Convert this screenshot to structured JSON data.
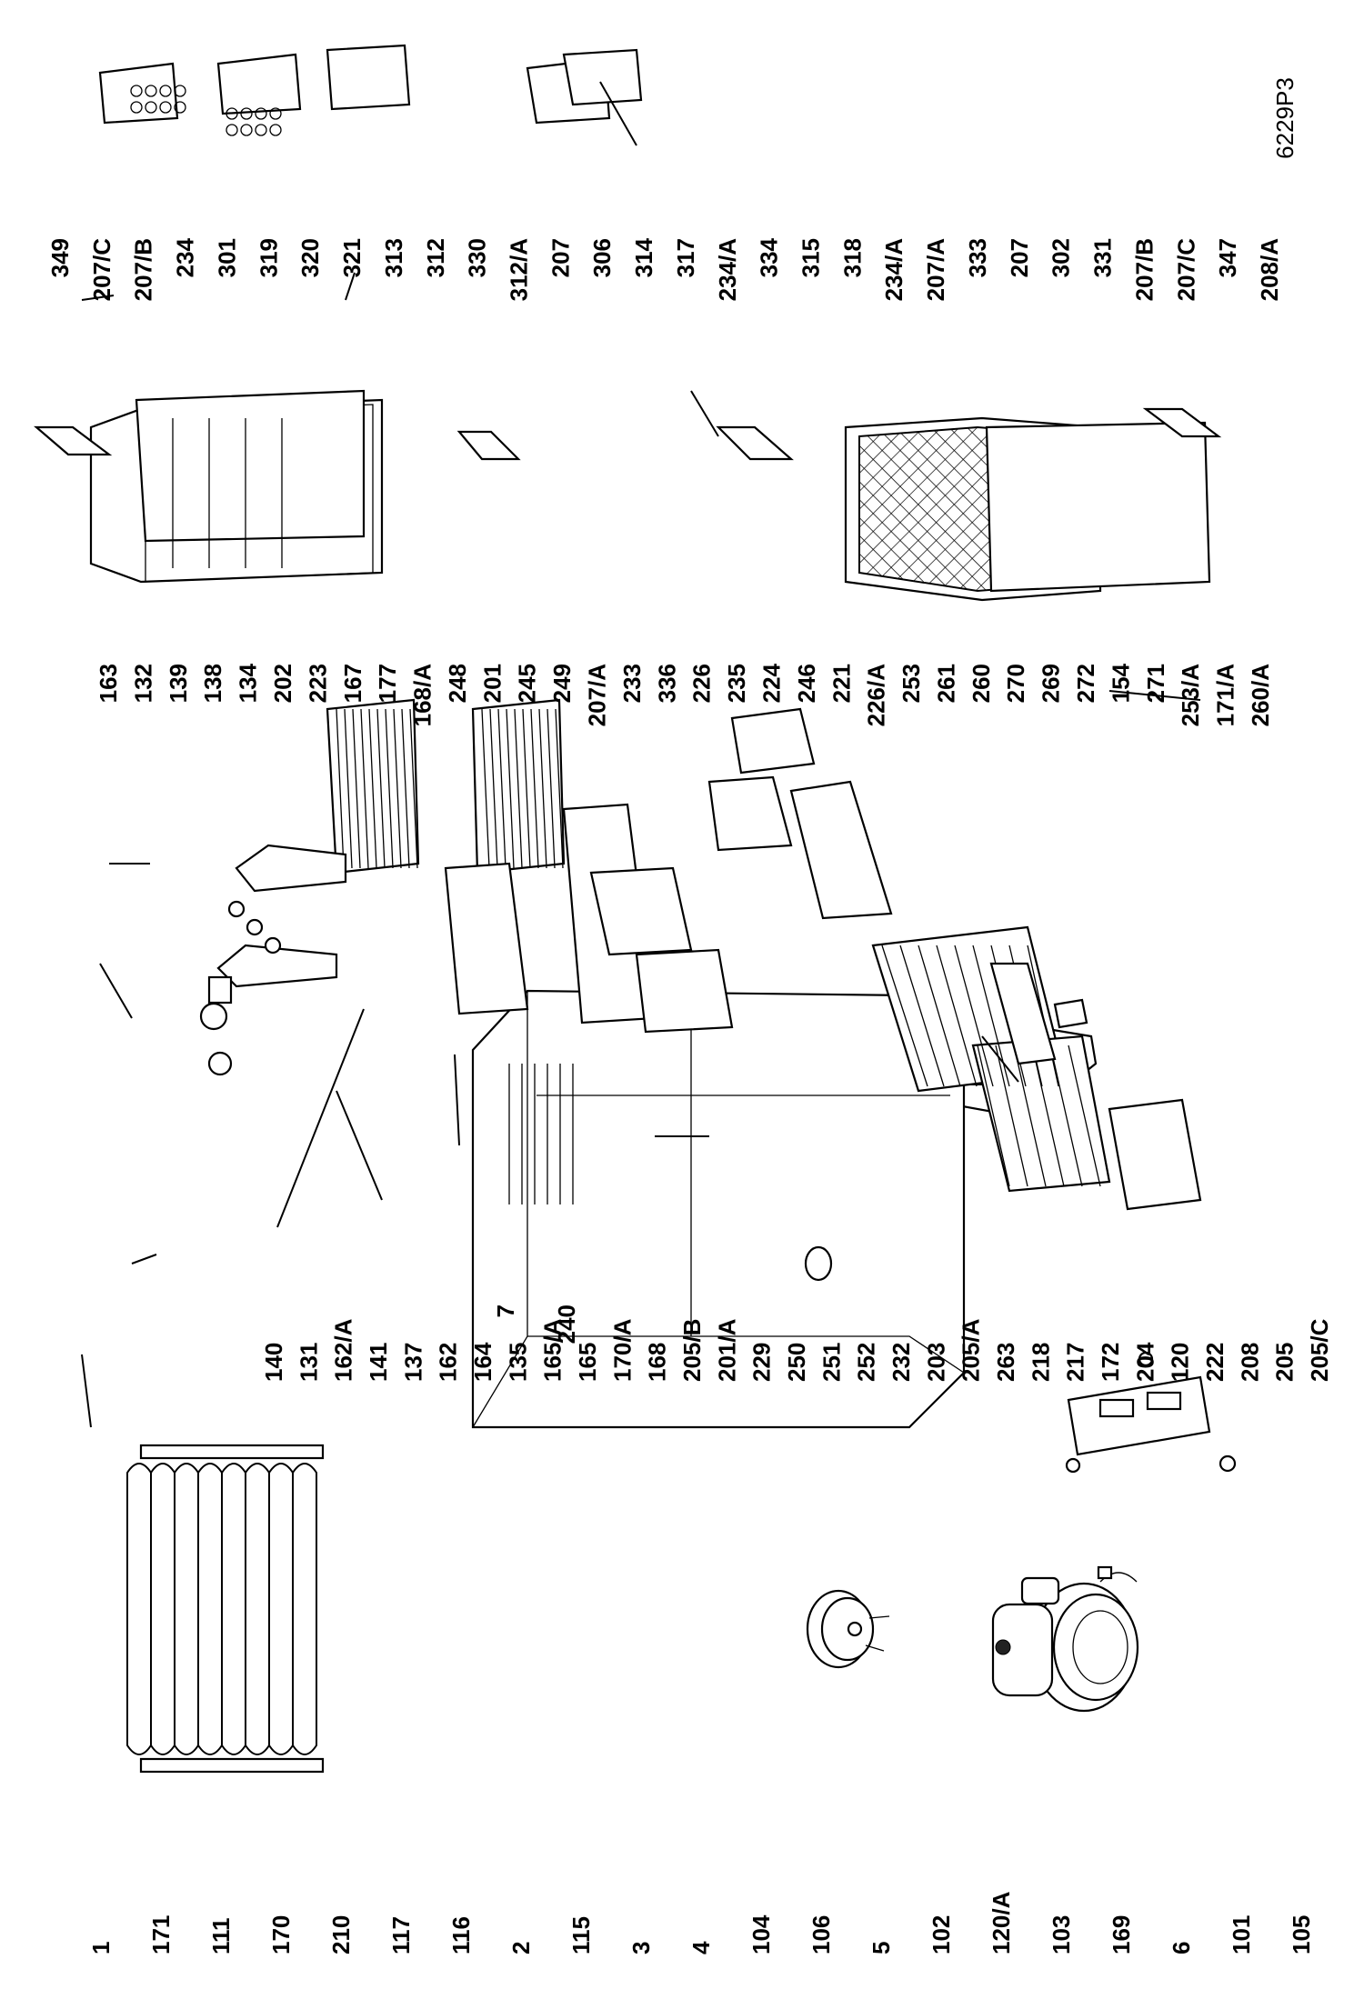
{
  "drawing_code": "6229P3",
  "labels_bottom": [
    "1",
    "171",
    "111",
    "170",
    "210",
    "117",
    "116",
    "2",
    "115",
    "3",
    "4",
    "104",
    "106",
    "5",
    "102",
    "120/A",
    "103",
    "169",
    "6",
    "101",
    "105"
  ],
  "labels_middle": [
    "140",
    "131",
    "162/A",
    "141",
    "137",
    "162",
    "164",
    "135",
    "165/A",
    "165",
    "170/A",
    "168",
    "205/B",
    "201/A",
    "229",
    "250",
    "251",
    "252",
    "232",
    "203",
    "205/A",
    "263",
    "218",
    "217",
    "172",
    "204",
    "120",
    "222",
    "208",
    "205",
    "205/C"
  ],
  "labels_upper_a": [
    "163",
    "132",
    "139",
    "138",
    "134",
    "202",
    "223",
    "167",
    "177",
    "168/A",
    "248",
    "201",
    "245",
    "249",
    "207/A",
    "233",
    "336",
    "226",
    "235",
    "224",
    "246",
    "221",
    "226/A",
    "253",
    "261",
    "260",
    "270",
    "269",
    "272",
    "154",
    "271",
    "253/A",
    "171/A",
    "260/A"
  ],
  "labels_upper_b": [
    "349",
    "207/C",
    "207/B",
    "234",
    "301",
    "319",
    "320",
    "321",
    "313",
    "312",
    "330",
    "312/A",
    "207",
    "306",
    "314",
    "317",
    "234/A",
    "334",
    "315",
    "318",
    "234/A",
    "207/A",
    "333",
    "207",
    "302",
    "331",
    "207/B",
    "207/C",
    "347",
    "208/A"
  ],
  "labels_left_mid": [
    "7",
    "240"
  ]
}
